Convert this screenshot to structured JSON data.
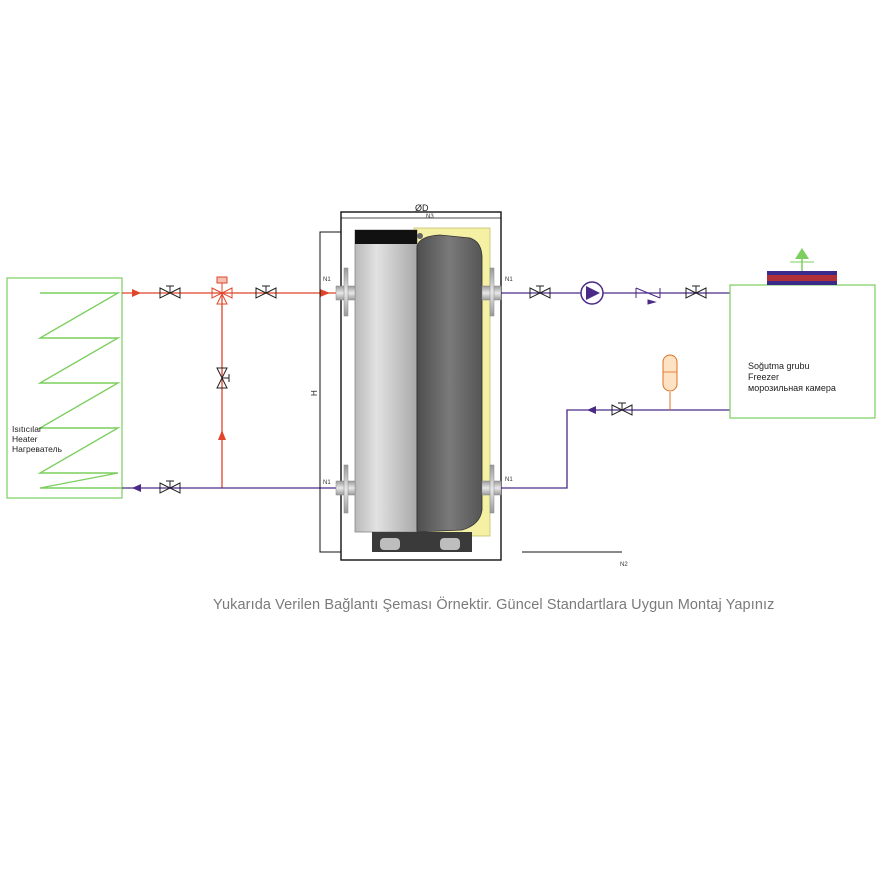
{
  "heater": {
    "line1": "Isıtıcılar",
    "line2": "Heater",
    "line3": "Нагреватель"
  },
  "cooler": {
    "line1": "Soğutma grubu",
    "line2": "Freezer",
    "line3": "морозильная камера"
  },
  "tank": {
    "diameter_label": "ØD",
    "top_label": "N3",
    "height_label": "H",
    "bottom_label": "N2",
    "port_label": "N1"
  },
  "caption": "Yukarıda Verilen Bağlantı Şeması Örnektir. Güncel Standartlara Uygun Montaj Yapınız",
  "colors": {
    "hot": "#e0452a",
    "cold": "#4a2a86",
    "coil": "#7ccf5f",
    "insulation": "#f4f0a4"
  }
}
